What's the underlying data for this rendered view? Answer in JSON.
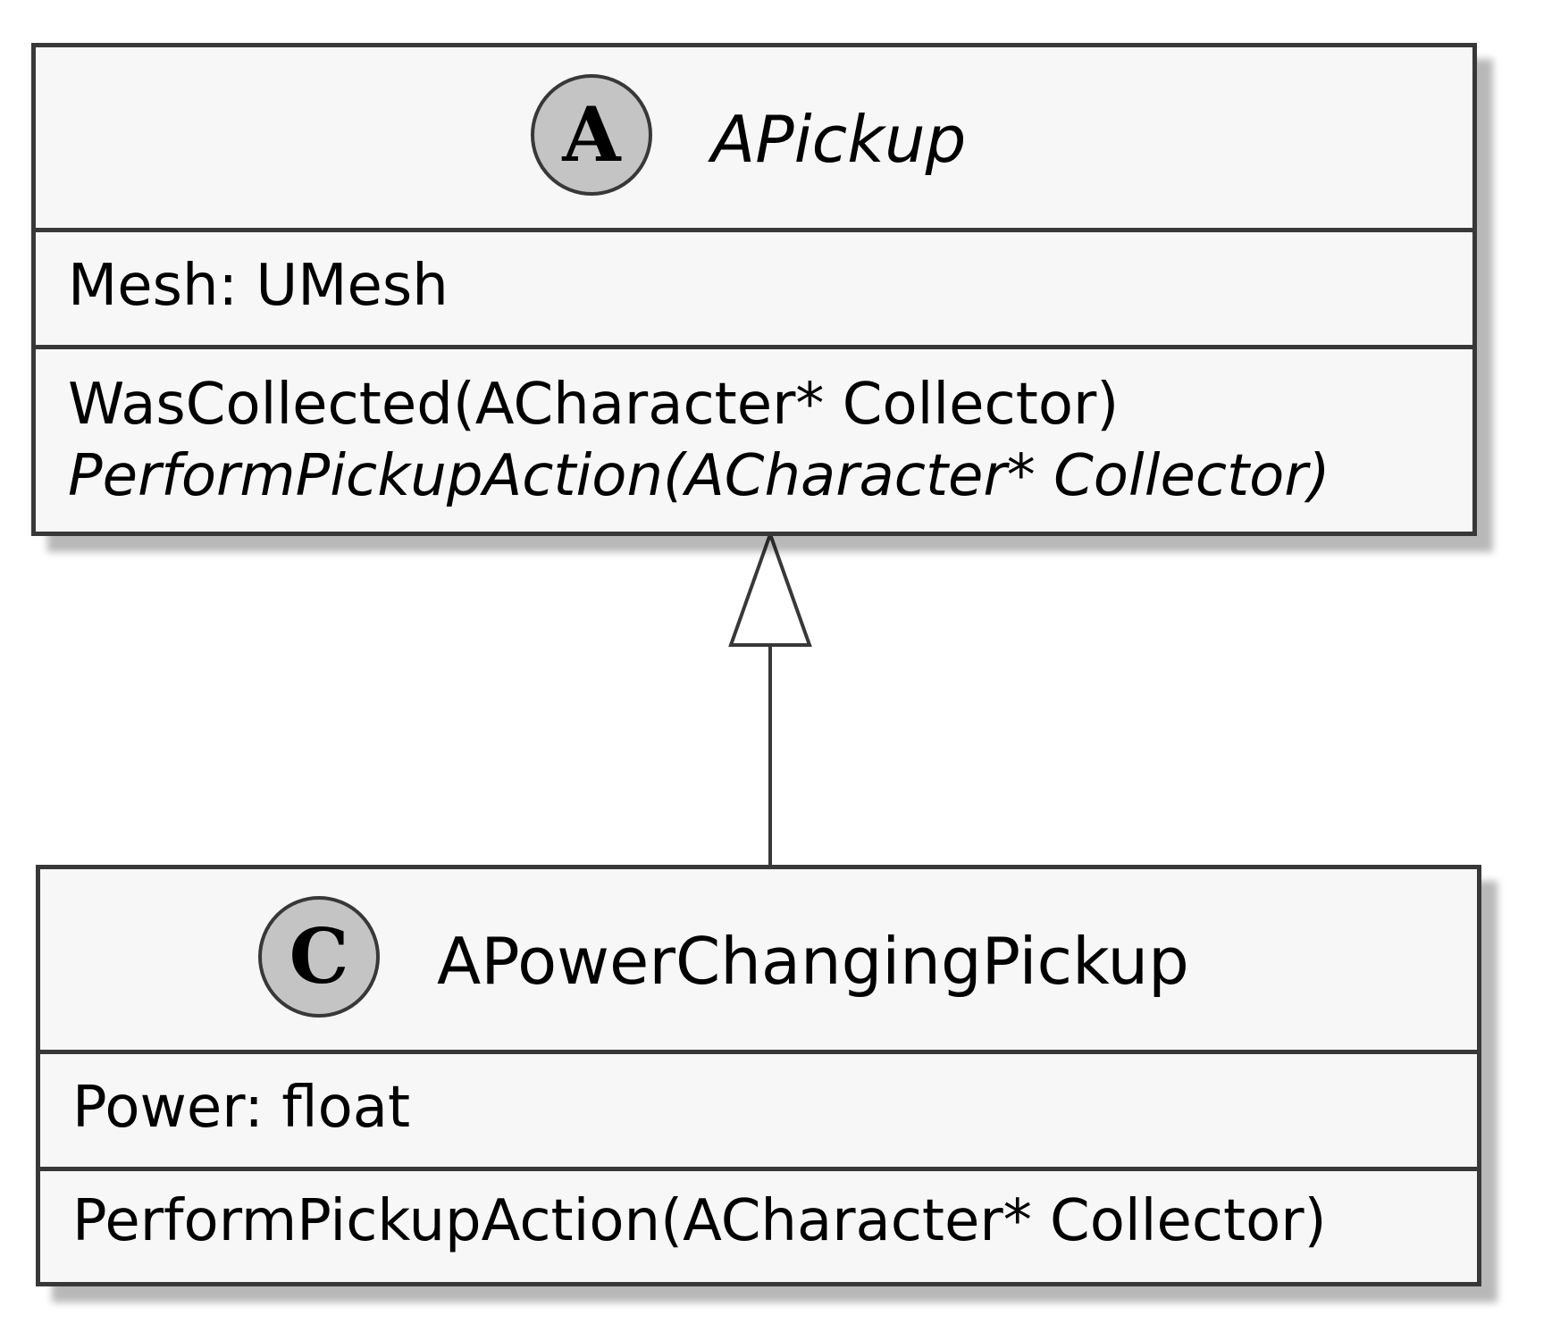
{
  "classes": {
    "apickup": {
      "stereotype_letter": "A",
      "name": "APickup",
      "fields": [
        "Mesh: UMesh"
      ],
      "methods": [
        "WasCollected(ACharacter* Collector)",
        "PerformPickupAction(ACharacter* Collector)"
      ]
    },
    "apowerchangingpickup": {
      "stereotype_letter": "C",
      "name": "APowerChangingPickup",
      "fields": [
        "Power: float"
      ],
      "methods": [
        "PerformPickupAction(ACharacter* Collector)"
      ]
    }
  },
  "relations": [
    {
      "type": "generalization",
      "from": "APowerChangingPickup",
      "to": "APickup"
    }
  ],
  "colors": {
    "border": "#383838",
    "fill": "#f7f7f7",
    "badge_fill": "#c4c4c4",
    "text": "#000000"
  }
}
